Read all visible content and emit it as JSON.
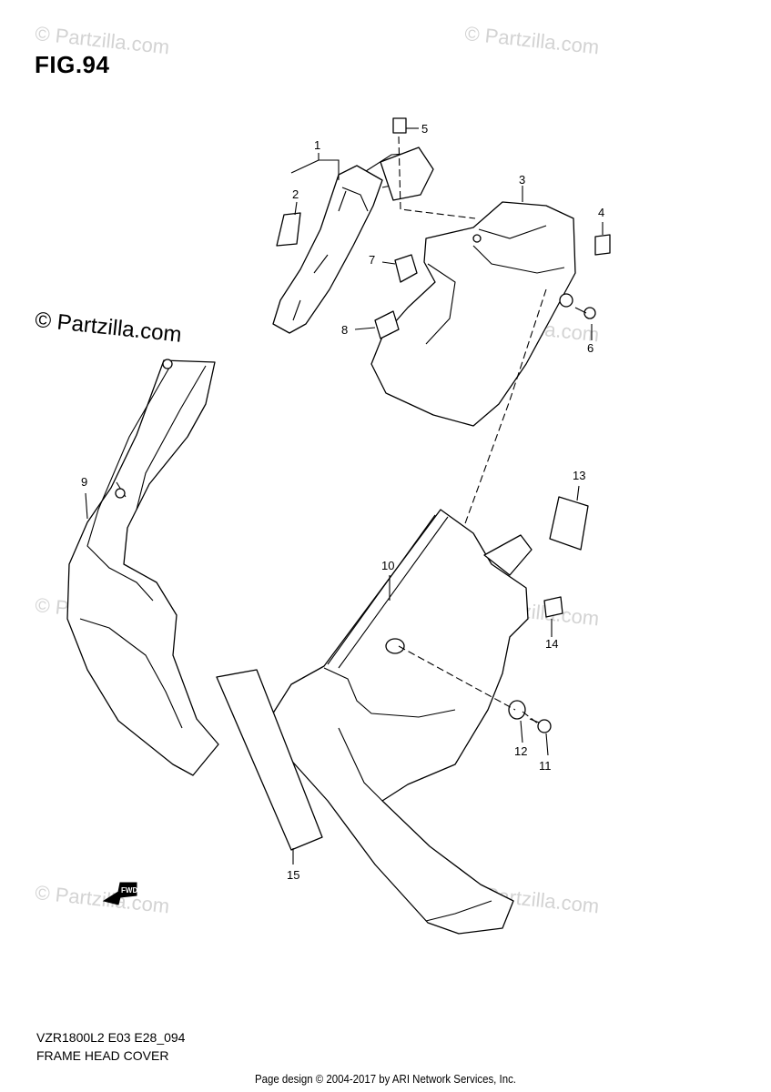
{
  "figure": {
    "title": "FIG.94"
  },
  "watermark": {
    "text": "© Partzilla.com",
    "strong_text": "© Partzilla.com"
  },
  "callouts": [
    "1",
    "2",
    "3",
    "4",
    "5",
    "6",
    "7",
    "8",
    "9",
    "10",
    "11",
    "12",
    "13",
    "14",
    "15"
  ],
  "fwd_label": "FWD",
  "model_code": "VZR1800L2 E03 E28_094",
  "section_name": "FRAME HEAD COVER",
  "footer": "Page design © 2004-2017 by ARI Network Services, Inc."
}
